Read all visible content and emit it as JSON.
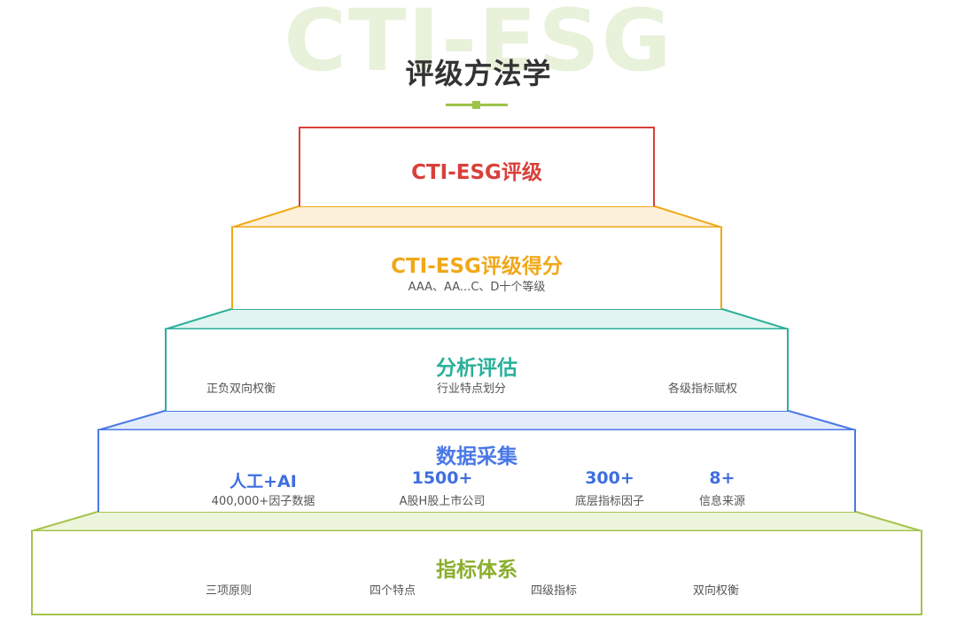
{
  "header": {
    "watermark": "CTI-ESG",
    "title": "评级方法学"
  },
  "colors": {
    "rating": "#d9403a",
    "score": "#f0a818",
    "analysis": "#2ab09a",
    "data_collection": "#4a78e8",
    "indicator_system": "#8aae2c"
  },
  "pyramid": {
    "level1": {
      "heading": "CTI-ESG评级"
    },
    "level2": {
      "heading": "CTI-ESG评级得分",
      "sub": "AAA、AA...C、D十个等级"
    },
    "level3": {
      "heading": "分析评估",
      "items": [
        "正负双向权衡",
        "行业特点划分",
        "各级指标赋权"
      ]
    },
    "level4": {
      "heading": "数据采集",
      "stats": [
        {
          "value": "人工+AI",
          "label": "400,000+因子数据"
        },
        {
          "value": "1500+",
          "label": "A股H股上市公司"
        },
        {
          "value": "300+",
          "label": "底层指标因子"
        },
        {
          "value": "8+",
          "label": "信息来源"
        }
      ]
    },
    "level5": {
      "heading": "指标体系",
      "items": [
        "三项原则",
        "四个特点",
        "四级指标",
        "双向权衡"
      ]
    }
  }
}
